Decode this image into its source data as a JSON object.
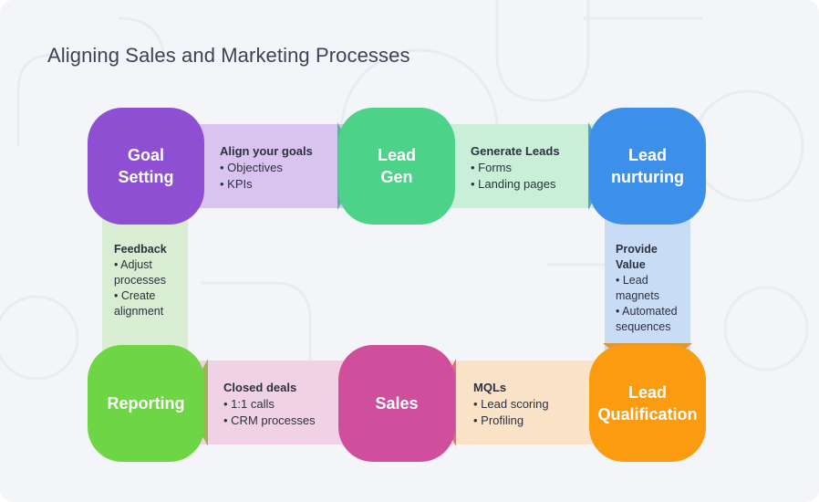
{
  "title": "Aligning Sales and Marketing Processes",
  "nodes": {
    "goal_setting": {
      "line1": "Goal",
      "line2": "Setting",
      "color": "#8e4fd3"
    },
    "lead_gen": {
      "line1": "Lead",
      "line2": "Gen",
      "color": "#4cd289"
    },
    "lead_nurturing": {
      "line1": "Lead",
      "line2": "nurturing",
      "color": "#3d90ea"
    },
    "lead_qualification": {
      "line1": "Lead",
      "line2": "Qualification",
      "color": "#fb9b0f"
    },
    "sales": {
      "line1": "Sales",
      "color": "#cf4f9d"
    },
    "reporting": {
      "line1": "Reporting",
      "color": "#6ed545"
    }
  },
  "connectors": {
    "align": {
      "heading": "Align your goals",
      "items": [
        "• Objectives",
        "• KPIs"
      ]
    },
    "generate": {
      "heading": "Generate Leads",
      "items": [
        "• Forms",
        "• Landing pages"
      ]
    },
    "provide": {
      "heading_line1": "Provide",
      "heading_line2": "Value",
      "items": [
        "• Lead",
        "magnets",
        "• Automated",
        "sequences"
      ]
    },
    "mqls": {
      "heading": "MQLs",
      "items": [
        "• Lead scoring",
        "• Profiling"
      ]
    },
    "closed": {
      "heading": "Closed deals",
      "items": [
        "• 1:1 calls",
        "• CRM processes"
      ]
    },
    "feedback": {
      "heading": "Feedback",
      "items": [
        "• Adjust",
        "processes",
        "• Create",
        "alignment"
      ]
    }
  }
}
